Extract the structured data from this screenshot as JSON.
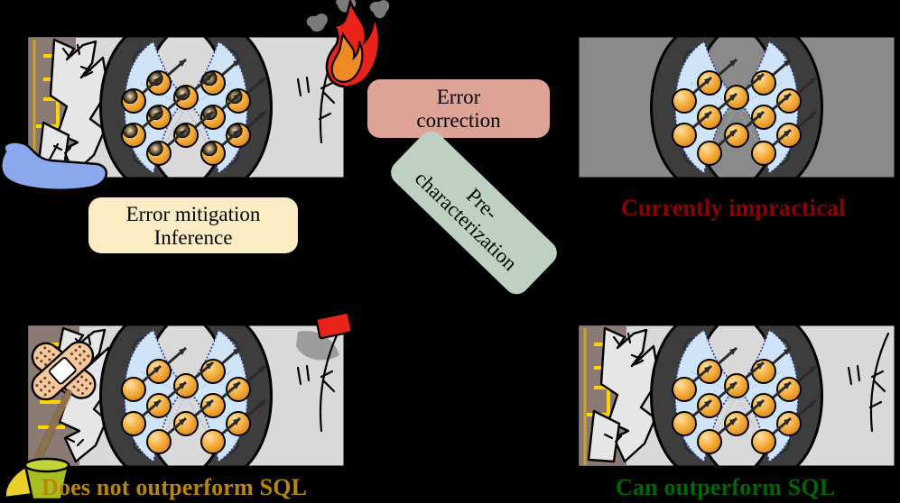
{
  "figure": {
    "title": "Quantum error handling quadrant figure",
    "background_color": "#000000"
  },
  "labels": {
    "error_mitigation": {
      "line1": "Error mitigation",
      "line2": "Inference",
      "color": "#fbecc4"
    },
    "error_correction": {
      "line1": "Error",
      "line2": "correction",
      "color": "#dca396"
    },
    "pre_characterization": {
      "line1": "Pre-",
      "line2": "characterization",
      "color": "#bdd0c2"
    }
  },
  "captions": {
    "top_right": {
      "text": "Currently impractical",
      "color": "#8b0000"
    },
    "bottom_left": {
      "text": "Does not outperform SQL",
      "color": "#b8860b"
    },
    "bottom_right": {
      "text": "Can outperform SQL",
      "color": "#006400"
    }
  },
  "panels": [
    {
      "id": "top-left",
      "name": "noisy-device-on-fire",
      "slab_color": "#d9d9d9",
      "arc_color": "#3d3d3d",
      "chip_color": "#cfe4f7",
      "qubit_color": "#f4a83c",
      "qubit_count": 13,
      "decorations": [
        "flame-icon",
        "smoke-icon",
        "crack-icon",
        "water-spill-icon",
        "circuit-trace-icon"
      ]
    },
    {
      "id": "top-right",
      "name": "ideal-device-gray",
      "slab_color": "#8a8a8a",
      "arc_color": "#3d3d3d",
      "chip_color": "#cfe4f7",
      "qubit_color": "#f4a83c",
      "qubit_count": 13,
      "decorations": []
    },
    {
      "id": "bottom-left",
      "name": "patched-device-cleanup",
      "slab_color": "#d9d9d9",
      "arc_color": "#3d3d3d",
      "chip_color": "#cfe4f7",
      "qubit_color": "#f4a83c",
      "qubit_count": 13,
      "decorations": [
        "bandage-icon",
        "mop-icon",
        "bucket-icon",
        "extinguished-flame-icon",
        "soot-icon",
        "crack-icon"
      ]
    },
    {
      "id": "bottom-right",
      "name": "repaired-device",
      "slab_color": "#d9d9d9",
      "arc_color": "#3d3d3d",
      "chip_color": "#cfe4f7",
      "qubit_color": "#f4a83c",
      "qubit_count": 13,
      "decorations": [
        "crack-icon",
        "circuit-trace-icon"
      ]
    }
  ],
  "colors": {
    "flame_outer": "#e8231a",
    "flame_inner": "#f08a25",
    "smoke": "#7a7a7a",
    "water": "#8ba8ee",
    "bandage": "#f6c79a",
    "bucket": "#a8bd1f",
    "mop_handle": "#b08a5e",
    "circuit_trace": "#ffd400",
    "board": "#8a7a73"
  }
}
